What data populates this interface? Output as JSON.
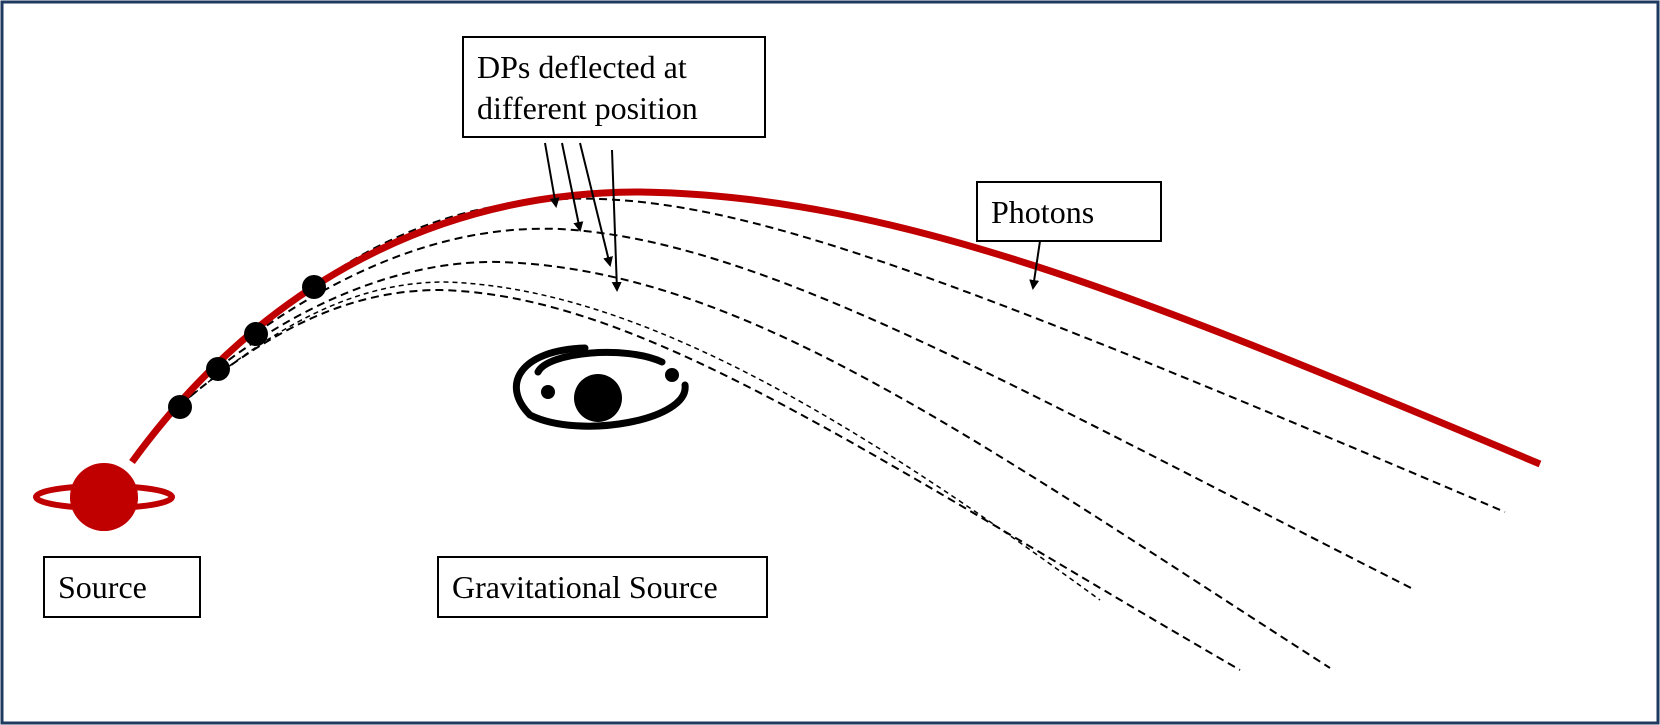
{
  "labels": {
    "dps_line1": "DPs deflected at",
    "dps_line2": "different position",
    "photons": "Photons",
    "source": "Source",
    "gravitational_source": "Gravitational Source"
  },
  "colors": {
    "frame": "#1f3a5f",
    "photon_path": "#c00000",
    "source_planet": "#c00000",
    "dp_paths": "#000000",
    "gravitational_source": "#000000"
  },
  "icons": {
    "source": "ringed-planet-icon",
    "gravitational_source": "galaxy-icon"
  }
}
